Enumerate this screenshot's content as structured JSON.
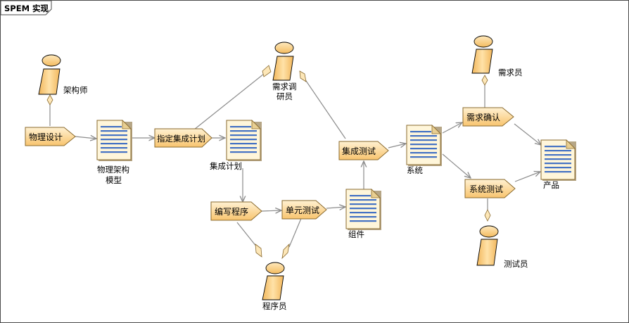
{
  "diagram": {
    "frame_title": "SPEM 实现",
    "roles": {
      "architect": "架构师",
      "analyst_line1": "需求调",
      "analyst_line2": "研员",
      "requirements_person": "需求员",
      "programmer": "程序员",
      "tester": "测试员"
    },
    "tasks": {
      "physical_design": "物理设计",
      "make_integration_plan": "指定集成计划",
      "write_program": "编写程序",
      "unit_test": "单元测试",
      "integration_test": "集成测试",
      "requirement_confirm": "需求确认",
      "system_test": "系统测试"
    },
    "artifacts": {
      "physical_model_line1": "物理架构",
      "physical_model_line2": "模型",
      "integration_plan": "集成计划",
      "component": "组件",
      "system": "系统",
      "product": "产品"
    },
    "colors": {
      "task_fill": "#fcd597",
      "task_stroke": "#8a6a2e",
      "role_fill": "#f9c873",
      "doc_page": "#fff6da",
      "doc_lines": "#4472c4",
      "doc_stroke": "#8a6a2e",
      "connector": "#8c8c8c"
    }
  }
}
